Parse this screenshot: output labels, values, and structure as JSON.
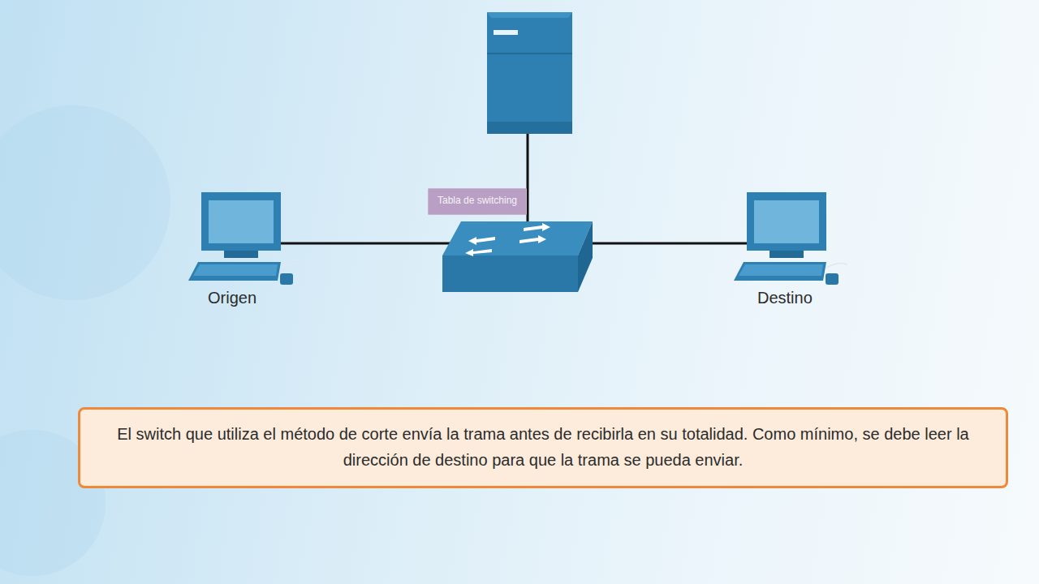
{
  "diagram": {
    "nodes": [
      {
        "text": [
          "Tabla de switching"
        ]
      },
      {
        "text": [
          "El switch que utiliza el método de corte envía la trama antes de recibirla en su totalidad. Como mínimo, se debe leer la dirección de destino para que la trama se pueda enviar."
        ]
      }
    ],
    "labels": [
      "Origen",
      "Destino"
    ]
  }
}
